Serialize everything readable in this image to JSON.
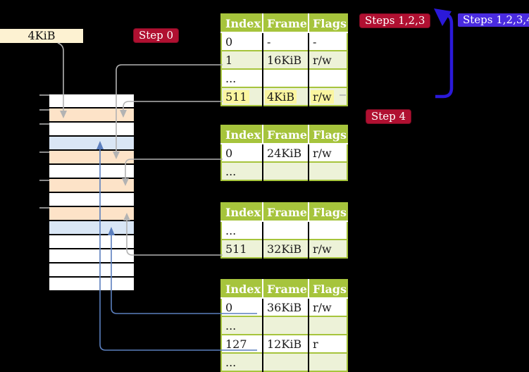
{
  "labels": {
    "page_size_box": "4KiB",
    "step0": "Step 0",
    "steps123": "Steps 1,2,3",
    "steps1234": "Steps 1,2,3,4",
    "step4": "Step 4"
  },
  "tables": [
    {
      "name": "level-4-page-table",
      "headers": [
        "Index",
        "Frame",
        "Flags"
      ],
      "rows": [
        {
          "cells": [
            "0",
            "-",
            "-"
          ],
          "highlight": false
        },
        {
          "cells": [
            "1",
            "16KiB",
            "r/w"
          ],
          "highlight": false
        },
        {
          "cells": [
            "...",
            "",
            ""
          ],
          "highlight": false
        },
        {
          "cells": [
            "511",
            "4KiB",
            "r/w"
          ],
          "highlight": true
        }
      ]
    },
    {
      "name": "level-3-page-table",
      "headers": [
        "Index",
        "Frame",
        "Flags"
      ],
      "rows": [
        {
          "cells": [
            "0",
            "24KiB",
            "r/w"
          ],
          "highlight": false
        },
        {
          "cells": [
            "...",
            "",
            ""
          ],
          "highlight": false
        }
      ]
    },
    {
      "name": "level-2-page-table",
      "headers": [
        "Index",
        "Frame",
        "Flags"
      ],
      "rows": [
        {
          "cells": [
            "...",
            "",
            ""
          ],
          "highlight": false
        },
        {
          "cells": [
            "511",
            "32KiB",
            "r/w"
          ],
          "highlight": false
        }
      ]
    },
    {
      "name": "level-1-page-table",
      "headers": [
        "Index",
        "Frame",
        "Flags"
      ],
      "rows": [
        {
          "cells": [
            "0",
            "36KiB",
            "r/w"
          ],
          "highlight": false
        },
        {
          "cells": [
            "...",
            "",
            ""
          ],
          "highlight": false
        },
        {
          "cells": [
            "127",
            "12KiB",
            "r"
          ],
          "highlight": false
        },
        {
          "cells": [
            "...",
            "",
            ""
          ],
          "highlight": false
        }
      ]
    }
  ],
  "memory": {
    "rows": [
      {
        "kind": "empty"
      },
      {
        "kind": "pagetable"
      },
      {
        "kind": "empty"
      },
      {
        "kind": "page"
      },
      {
        "kind": "pagetable"
      },
      {
        "kind": "empty"
      },
      {
        "kind": "pagetable"
      },
      {
        "kind": "empty"
      },
      {
        "kind": "pagetable"
      },
      {
        "kind": "page"
      },
      {
        "kind": "empty"
      },
      {
        "kind": "empty"
      },
      {
        "kind": "empty"
      },
      {
        "kind": "empty"
      }
    ]
  },
  "colors": {
    "bg": "#000000",
    "crimson": "#b01031",
    "crimson_border": "#7a0c22",
    "bluebadge": "#4a2be0",
    "arrowblue": "#2b19d9",
    "headergreen": "#a6c43c",
    "zebra": "#edf2d8",
    "highlight": "#fbf6a0",
    "pagetable": "#fde3c8",
    "page": "#d9e6f5",
    "cream": "#fdf2d2",
    "gray": "#b3b3b3",
    "connblue": "#5b7fbe",
    "tick": "#8a8a8a"
  }
}
